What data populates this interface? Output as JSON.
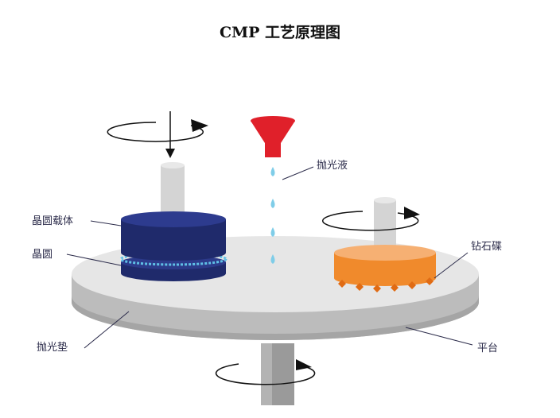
{
  "title": "CMP 工艺原理图",
  "labels": {
    "wafer_carrier": "晶圆载体",
    "wafer": "晶圆",
    "slurry": "抛光液",
    "diamond_disk": "钻石碟",
    "polishing_pad": "抛光垫",
    "platen": "平台"
  },
  "colors": {
    "carrier": "#1f2a6b",
    "slurry_nozzle": "#e0202a",
    "slurry_drop": "#7fcde8",
    "diamond_disk": "#f08a2c",
    "pad_top": "#e6e6e6",
    "platen_side": "#bdbdbd"
  }
}
